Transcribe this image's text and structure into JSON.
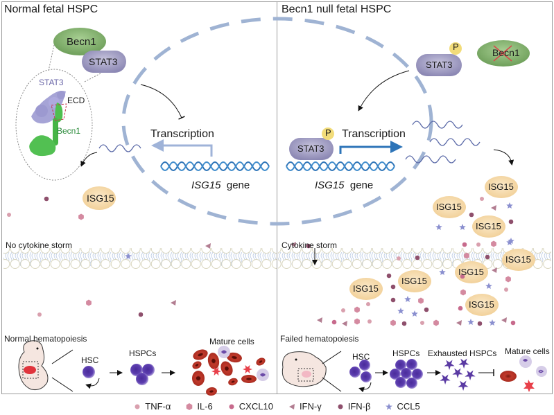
{
  "left_panel": {
    "title": "Normal fetal HSPC",
    "becn1_label": "Becn1",
    "stat3_label": "STAT3",
    "structure": {
      "stat3_label": "STAT3",
      "ecd_label": "ECD",
      "becn1_label": "Becn1"
    },
    "transcription_label": "Transcription",
    "gene_label_italic": "ISG15",
    "gene_label_suffix": "gene",
    "isg15_label": "ISG15",
    "membrane_label": "No cytokine storm",
    "hematopoiesis_label": "Normal hematopoiesis",
    "hsc_label": "HSC",
    "hspcs_label": "HSPCs",
    "mature_label": "Mature cells"
  },
  "right_panel": {
    "title": "Becn1 null fetal HSPC",
    "phospho_label": "P",
    "stat3_label": "STAT3",
    "becn1_deleted_label": "Becn1",
    "transcription_label": "Transcription",
    "gene_label_italic": "ISG15",
    "gene_label_suffix": "gene",
    "isg15_label": "ISG15",
    "membrane_label": "Cytokine storm",
    "hematopoiesis_label": "Failed hematopoiesis",
    "hsc_label": "HSC",
    "hspcs_label": "HSPCs",
    "exhausted_label": "Exhausted HSPCs",
    "mature_label": "Mature cells"
  },
  "legend": [
    {
      "label": "TNF-α",
      "shape": "circle",
      "color": "#d9a0ae"
    },
    {
      "label": "IL-6",
      "shape": "hexagon",
      "color": "#d48aa0"
    },
    {
      "label": "CXCL10",
      "shape": "circle",
      "color": "#c76a8c"
    },
    {
      "label": "IFN-γ",
      "shape": "triangle-left",
      "color": "#b27d91"
    },
    {
      "label": "IFN-β",
      "shape": "circle",
      "color": "#8e4f6c"
    },
    {
      "label": "CCL5",
      "shape": "star",
      "color": "#8a8fcf"
    }
  ],
  "colors": {
    "becn1": "#7fae6a",
    "stat3": "#9a96c0",
    "phospho": "#f2dc7a",
    "isg15": "#f5d9a8",
    "nucleus_dash": "#9fb3d3",
    "dna": "#2d74b8",
    "rbc": "#c0392b",
    "hspc": "#5a3aa3"
  }
}
